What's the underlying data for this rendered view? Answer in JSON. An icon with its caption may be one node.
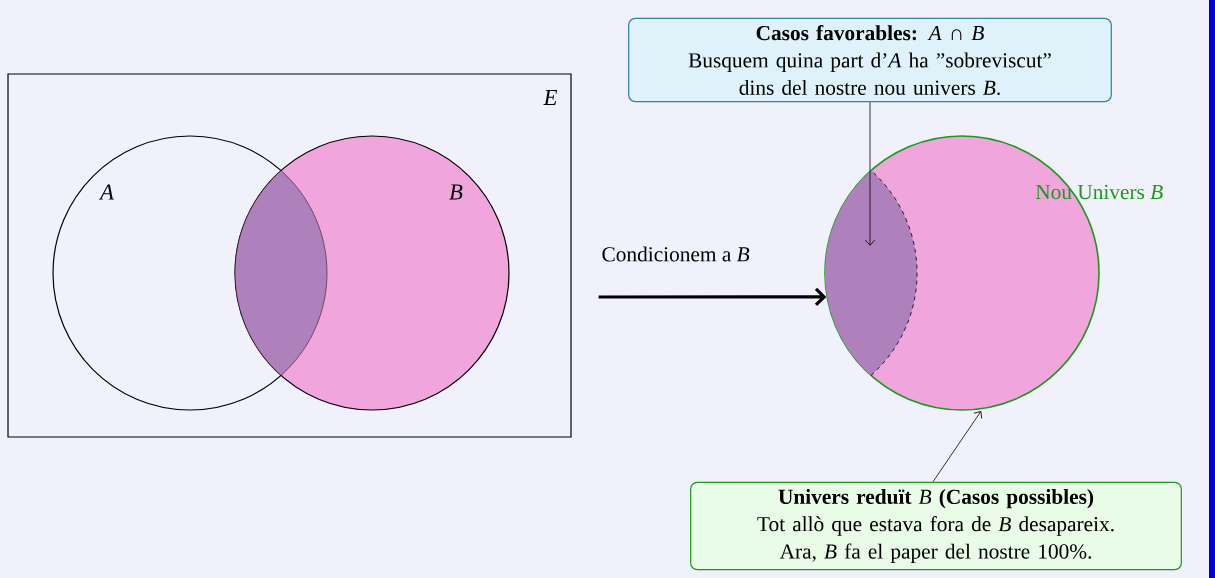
{
  "diagram": {
    "nodes": [
      {
        "text": [
          "E"
        ]
      },
      {
        "text": [
          "A"
        ],
        "in": 0
      },
      {
        "text": [
          "B"
        ],
        "in": 0
      },
      {
        "text": [],
        "shape": "circle",
        "beside": [
          "Nou Univers *B*"
        ]
      },
      {
        "text": [],
        "shape": "lens",
        "in": 3
      },
      {
        "text": [
          "**Casos favorables:** *A* ∩ *B*",
          "Busquem quina part d’*A* ha ”sobreviscut” dins del nostre nou univers *B*."
        ]
      },
      {
        "text": [
          "**Univers reduït** *B* **(Casos possibles)**",
          "Tot allò que estava fora de *B* desapareix. Ara, *B* fa el paper del nostre 100%."
        ]
      }
    ],
    "edges": [
      {
        "from": 0,
        "to": 3,
        "arrow": "to",
        "label": "Condicionem a *B*",
        "style": "thick"
      },
      {
        "from": 5,
        "to": 4,
        "arrow": "to"
      },
      {
        "from": 6,
        "to": 3,
        "arrow": "to"
      }
    ]
  }
}
